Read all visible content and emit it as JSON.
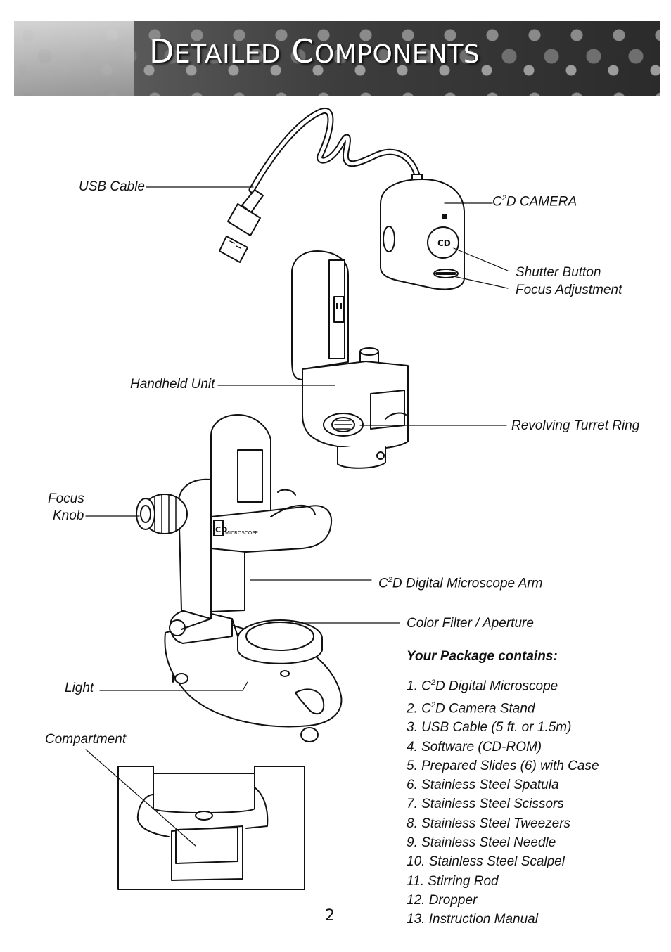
{
  "header": {
    "title_initial_1": "D",
    "title_rest_1": "ETAILED",
    "title_initial_2": "C",
    "title_rest_2": "OMPONENTS"
  },
  "labels": {
    "usb_cable": "USB Cable",
    "c2d_camera_pre": "C",
    "c2d_camera_sup": "2",
    "c2d_camera_post": "D CAMERA",
    "shutter_button": "Shutter Button",
    "focus_adjustment": "Focus Adjustment",
    "handheld_unit": "Handheld Unit",
    "revolving_turret_ring": "Revolving Turret Ring",
    "focus_line1": "Focus",
    "focus_line2": "Knob",
    "arm_pre": "C",
    "arm_sup": "2",
    "arm_post": "D Digital Microscope Arm",
    "color_filter": "Color Filter / Aperture",
    "light": "Light",
    "compartment": "Compartment",
    "logo_text": "CD",
    "logo_word": "MICROSCOPE"
  },
  "package": {
    "title": "Your Package contains:",
    "items": [
      {
        "pre": "1. C",
        "sup": "2",
        "post": "D Digital Microscope"
      },
      {
        "pre": "2. C",
        "sup": "2",
        "post": "D Camera Stand"
      },
      {
        "pre": "3. USB Cable (5 ft. or 1.5m)",
        "sup": "",
        "post": ""
      },
      {
        "pre": "4. Software (CD-ROM)",
        "sup": "",
        "post": ""
      },
      {
        "pre": "5. Prepared Slides (6) with Case",
        "sup": "",
        "post": ""
      },
      {
        "pre": "6. Stainless Steel Spatula",
        "sup": "",
        "post": ""
      },
      {
        "pre": "7. Stainless Steel Scissors",
        "sup": "",
        "post": ""
      },
      {
        "pre": "8. Stainless Steel Tweezers",
        "sup": "",
        "post": ""
      },
      {
        "pre": "9. Stainless Steel Needle",
        "sup": "",
        "post": ""
      },
      {
        "pre": "10. Stainless Steel Scalpel",
        "sup": "",
        "post": ""
      },
      {
        "pre": "11. Stirring Rod",
        "sup": "",
        "post": ""
      },
      {
        "pre": "12. Dropper",
        "sup": "",
        "post": ""
      },
      {
        "pre": "13. Instruction Manual",
        "sup": "",
        "post": ""
      }
    ]
  },
  "page_number": "2"
}
